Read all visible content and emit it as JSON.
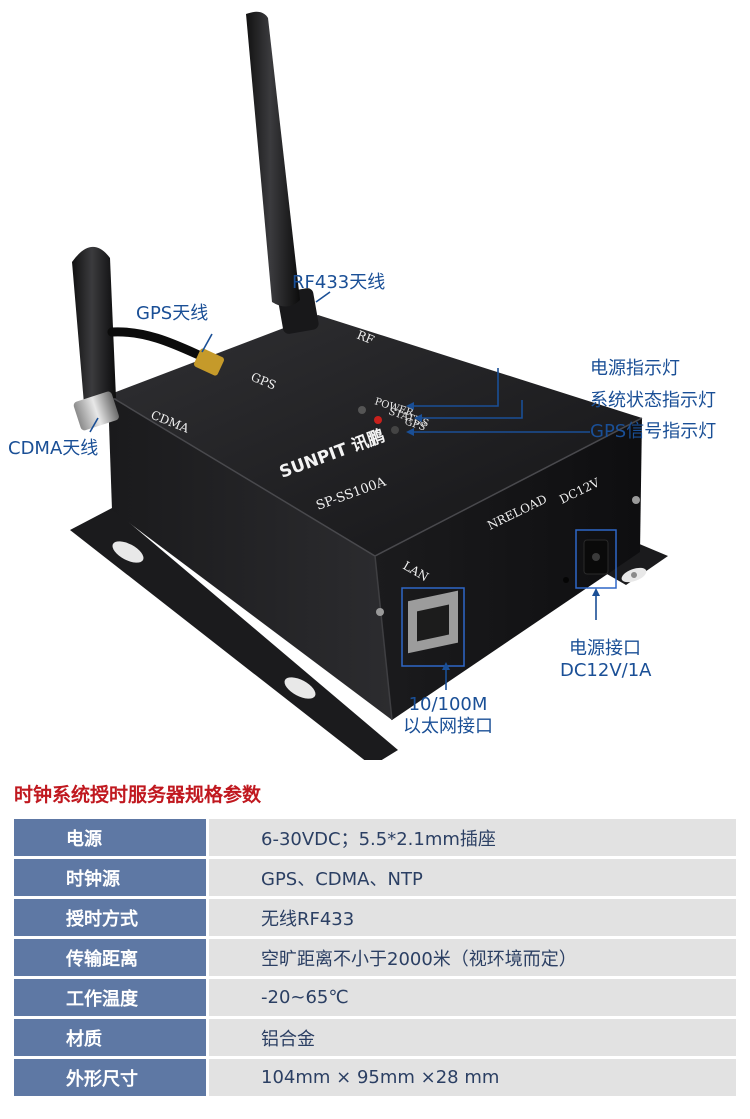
{
  "product": {
    "logo_text": "SUNPIT 讯鹏",
    "model": "SP-SS100A",
    "panel_labels": {
      "cdma": "CDMA",
      "gps": "GPS",
      "rf": "RF",
      "power": "POWER",
      "status": "STATUS",
      "gps_led": "GPS",
      "lan": "LAN",
      "reload": "NRELOAD",
      "dc": "DC12V"
    }
  },
  "callouts": {
    "rf433": "RF433天线",
    "gps_antenna": "GPS天线",
    "cdma_antenna": "CDMA天线",
    "power_led": "电源指示灯",
    "status_led": "系统状态指示灯",
    "gps_led": "GPS信号指示灯",
    "power_port_line1": "电源接口",
    "power_port_line2": "DC12V/1A",
    "lan_line1": "10/100M",
    "lan_line2": "以太网接口"
  },
  "spec_title": "时钟系统授时服务器规格参数",
  "specs": [
    {
      "key": "电源",
      "value": "6-30VDC；5.5*2.1mm插座"
    },
    {
      "key": "时钟源",
      "value": "GPS、CDMA、NTP"
    },
    {
      "key": "授时方式",
      "value": "无线RF433"
    },
    {
      "key": "传输距离",
      "value": "空旷距离不小于2000米（视环境而定）"
    },
    {
      "key": "工作温度",
      "value": "-20~65℃"
    },
    {
      "key": "材质",
      "value": "铝合金"
    },
    {
      "key": "外形尺寸",
      "value": "104mm × 95mm ×28 mm"
    }
  ],
  "colors": {
    "callout": "#1a4f96",
    "heading": "#c0181f",
    "key_bg": "#5e78a4",
    "value_bg": "#e2e2e2"
  }
}
